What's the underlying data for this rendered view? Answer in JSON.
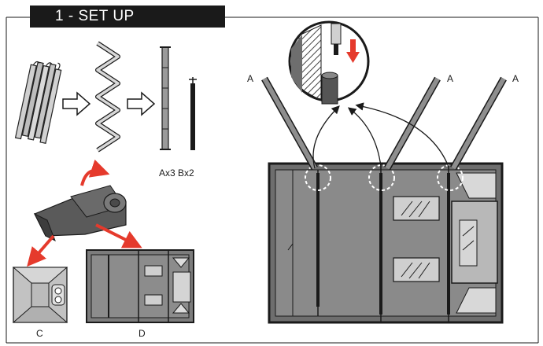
{
  "section": {
    "title": "1 - SET UP"
  },
  "labels": {
    "pole_counts": "Ax3 Bx2",
    "pole_tag_a": "A",
    "part_c": "C",
    "part_d": "D"
  },
  "colors": {
    "frame": "#1a1a1a",
    "accent_arrow": "#e53a2c",
    "tent_grey": "#777777",
    "panel_light": "#bfbfbf"
  },
  "icons": [
    "folded-poles-icon",
    "unfolded-pole-icon",
    "pole-a-icon",
    "pole-b-icon",
    "rolled-tent-icon",
    "red-arrow-icon"
  ]
}
